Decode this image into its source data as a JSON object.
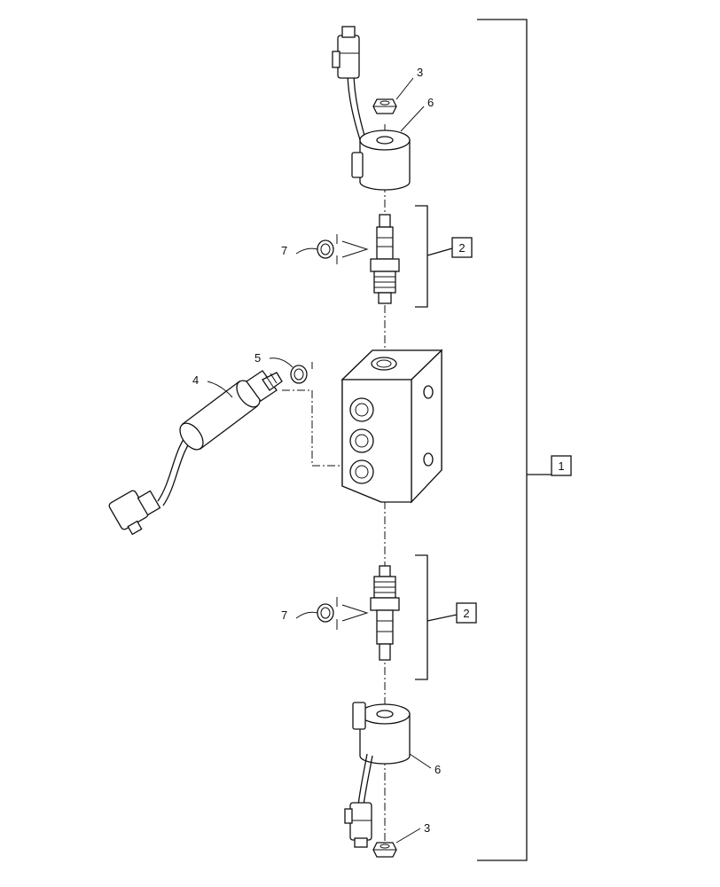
{
  "callouts": {
    "assembly": "1",
    "cartridge_top": "2",
    "cartridge_bottom": "2",
    "nut_top": "3",
    "nut_bottom": "3",
    "pressure_switch": "4",
    "oring_switch": "5",
    "coil_top": "6",
    "coil_bottom": "6",
    "oring_top": "7",
    "oring_bottom": "7"
  }
}
